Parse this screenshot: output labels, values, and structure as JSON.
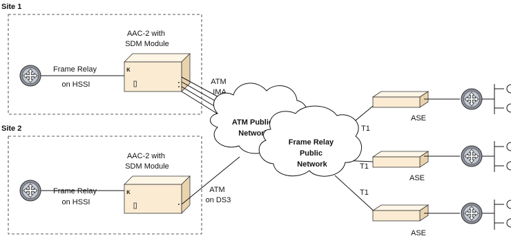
{
  "sites": [
    {
      "title": "Site 1",
      "router_link_label": [
        "Frame Relay",
        "on HSSI"
      ],
      "device_label": [
        "AAC-2 with",
        "SDM Module"
      ],
      "uplink_label": [
        "ATM",
        "IMA"
      ]
    },
    {
      "title": "Site 2",
      "router_link_label": [
        "Frame Relay",
        "on HSSI"
      ],
      "device_label": [
        "AAC-2 with",
        "SDM Module"
      ],
      "uplink_label": [
        "ATM",
        "on DS3"
      ]
    }
  ],
  "clouds": {
    "atm": [
      "ATM Public",
      "Network"
    ],
    "frame_relay": [
      "Frame Relay",
      "Public",
      "Network"
    ]
  },
  "branches": [
    {
      "link_label": "T1",
      "device_label": "ASE"
    },
    {
      "link_label": "T1",
      "device_label": "ASE"
    },
    {
      "link_label": "T1",
      "device_label": "ASE"
    }
  ],
  "colors": {
    "box_front": "#faebd2",
    "box_top": "#fdf5e6",
    "box_side": "#e9d3ad",
    "router_ring": "#8a8f99",
    "router_face": "#b9bec8",
    "line": "#111111"
  }
}
